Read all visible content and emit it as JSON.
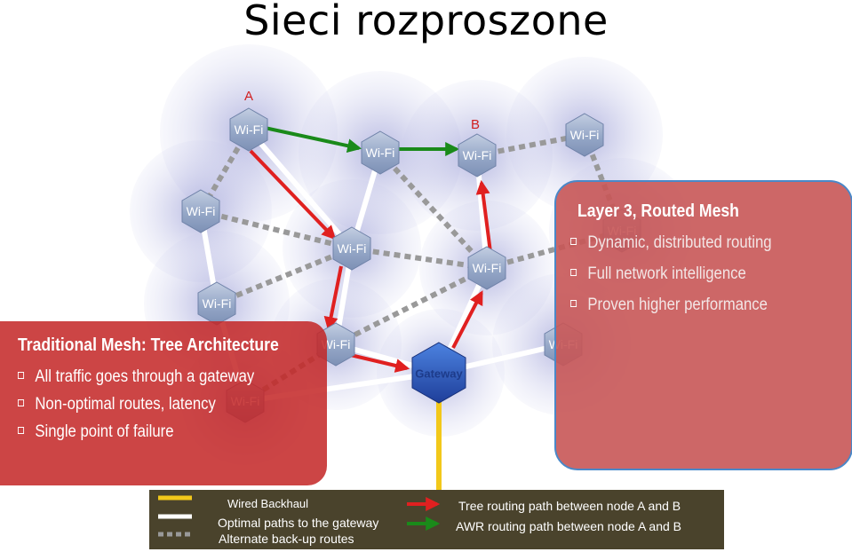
{
  "title": "Sieci rozproszone",
  "nodes": {
    "wifi_label": "Wi-Fi",
    "gateway_label": "Gateway",
    "endpoint_a": "A",
    "endpoint_b": "B"
  },
  "left_panel": {
    "title": "Traditional Mesh: Tree Architecture",
    "items": [
      "All traffic goes through a gateway",
      "Non-optimal routes, latency",
      "Single point of failure"
    ]
  },
  "right_panel": {
    "title": "Layer 3, Routed Mesh",
    "items": [
      "Dynamic, distributed routing",
      "Full network intelligence",
      "Proven higher performance"
    ]
  },
  "legend": {
    "wired_backhaul": "Wired Backhaul",
    "optimal_paths": "Optimal paths to the gateway",
    "alternate_routes": "Alternate back-up routes",
    "tree_path": "Tree routing path between node A and B",
    "awr_path": "AWR routing path between node A and B"
  },
  "colors": {
    "tree_path": "#e02020",
    "awr_path": "#1a8a1a",
    "wired_backhaul": "#f2c81a",
    "optimal_path": "#ffffff",
    "alternate_route": "#999999",
    "node_fill": "#9fb1cf",
    "gateway_fill": "#2f5ec0",
    "left_panel": "#c42626",
    "right_panel": "#c85656",
    "legend_background": "#4a432c"
  }
}
